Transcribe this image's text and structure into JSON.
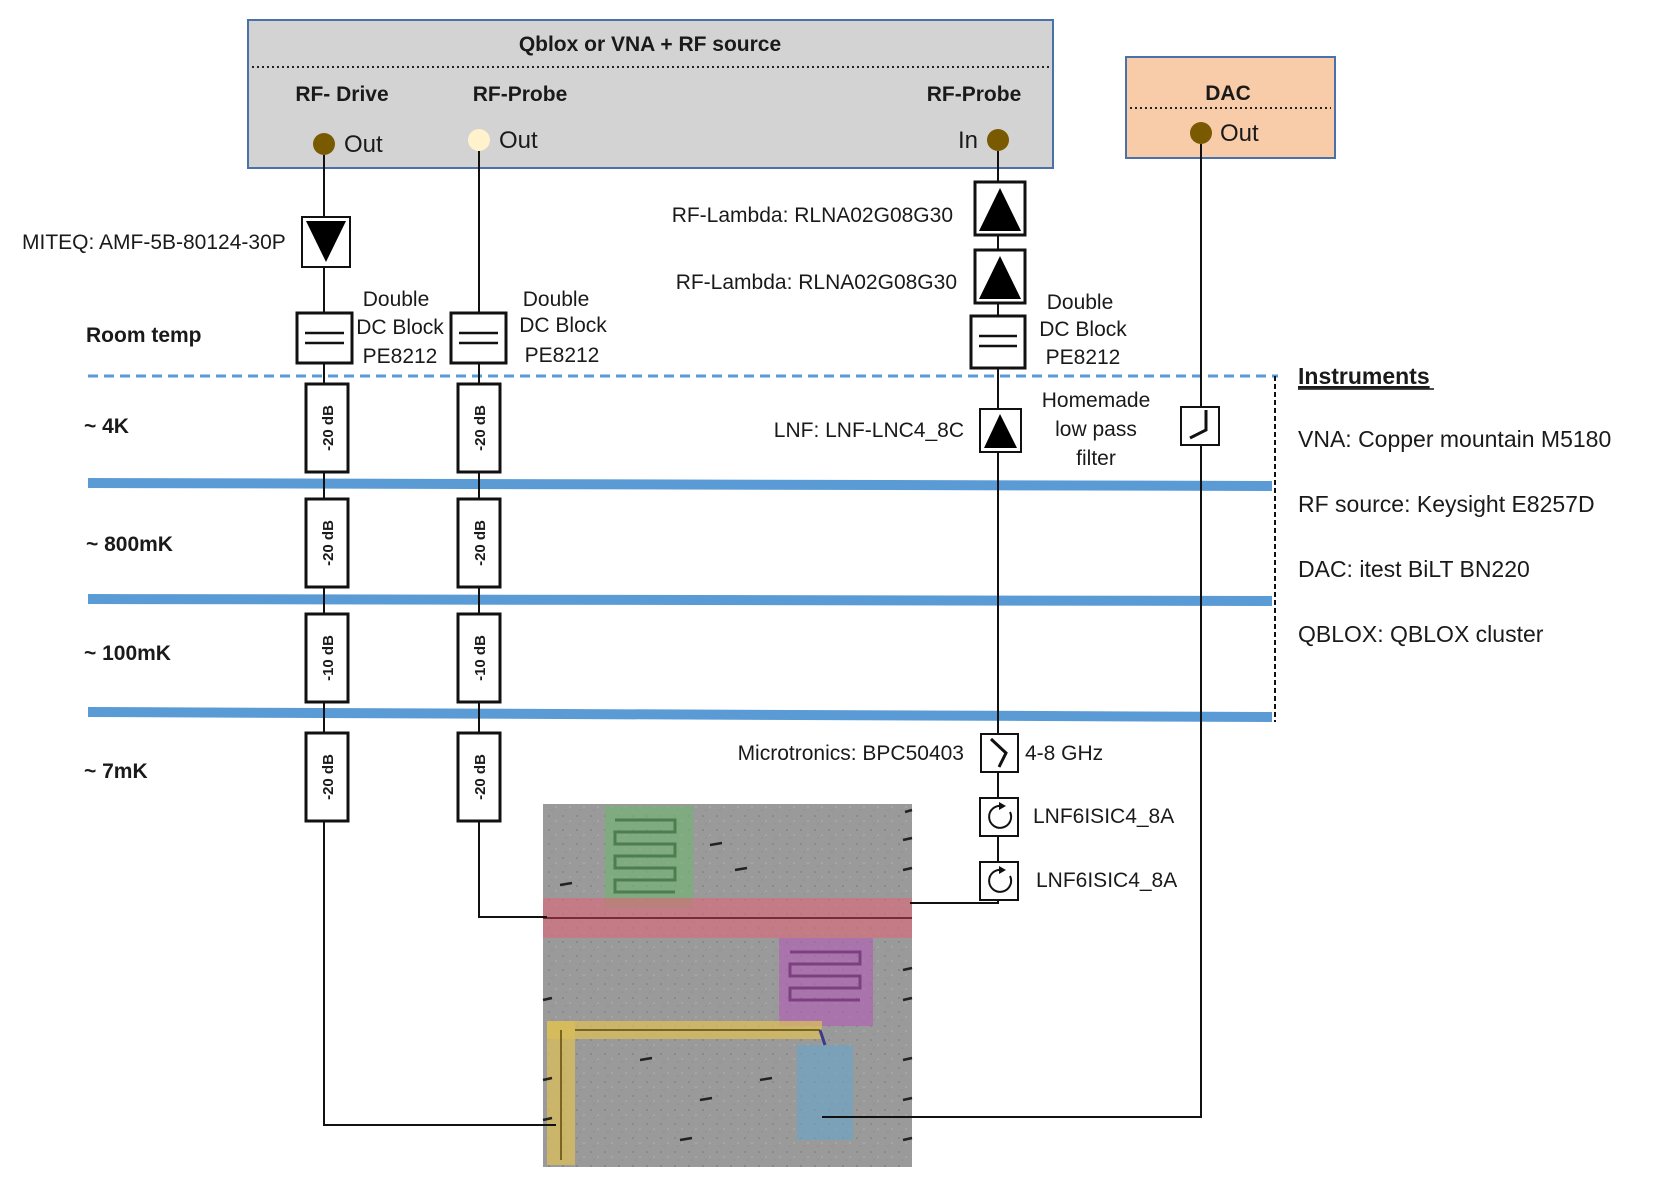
{
  "colors": {
    "source_box": "#d3d3d3",
    "source_border": "#4a72a8",
    "dac_box": "#f8cba9",
    "stage_line": "#5b9bd5",
    "port_brown": "#7a5a00",
    "port_light": "#fff2cc"
  },
  "source": {
    "title": "Qblox or VNA + RF source",
    "drive": {
      "header": "RF- Drive",
      "port": "Out"
    },
    "probe_out": {
      "header": "RF-Probe",
      "port": "Out"
    },
    "probe_in": {
      "header": "RF-Probe",
      "port": "In"
    }
  },
  "dac": {
    "title": "DAC",
    "port": "Out"
  },
  "stages": {
    "room": "Room temp",
    "k4": "~ 4K",
    "mk800": "~ 800mK",
    "mk100": "~ 100mK",
    "mk7": "~ 7mK"
  },
  "components": {
    "miteq": "MITEQ: AMF-5B-80124-30P",
    "rf_lambda_1": "RF-Lambda: RLNA02G08G30",
    "rf_lambda_2": "RF-Lambda: RLNA02G08G30",
    "lnf": "LNF: LNF-LNC4_8C",
    "microtronics": "Microtronics: BPC50403",
    "bandpass": "4-8 GHz",
    "circulator_1": "LNF6ISIC4_8A",
    "circulator_2": "LNF6ISIC4_8A",
    "dc_block": {
      "line1": "Double",
      "line2": "DC Block",
      "line3": "PE8212"
    },
    "lowpass": {
      "line1": "Homemade",
      "line2": "low pass",
      "line3": "filter"
    }
  },
  "attenuators": {
    "drive": [
      "-20 dB",
      "-20 dB",
      "-10 dB",
      "-20 dB"
    ],
    "probe": [
      "-20 dB",
      "-20 dB",
      "-10 dB",
      "-20 dB"
    ]
  },
  "instruments": {
    "title": "Instruments",
    "items": [
      "VNA: Copper mountain M5180",
      "RF source: Keysight E8257D",
      "DAC: itest BiLT BN220",
      "QBLOX: QBLOX cluster"
    ]
  }
}
